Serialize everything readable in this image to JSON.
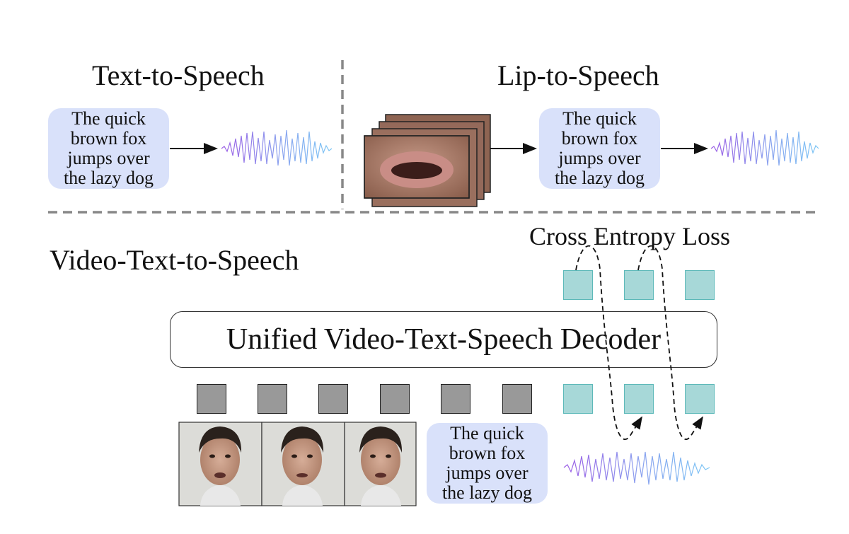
{
  "top_left": {
    "title": "Text-to-Speech",
    "input_text": "The quick\nbrown fox\njumps over\nthe lazy dog"
  },
  "top_right": {
    "title": "Lip-to-Speech",
    "output_text": "The quick\nbrown fox\njumps over\nthe lazy dog"
  },
  "bottom": {
    "title": "Video-Text-to-Speech",
    "decoder_label": "Unified Video-Text-Speech Decoder",
    "loss_label": "Cross Entropy Loss",
    "input_text": "The quick\nbrown fox\njumps over\nthe lazy dog",
    "gray_token_count": 6,
    "teal_input_token_count": 3,
    "teal_output_token_count": 3
  },
  "colors": {
    "text_box_fill": "#d9e1fa",
    "teal_token_fill": "#a7d8d8",
    "teal_token_border": "#5db9b9",
    "gray_token_fill": "#999999",
    "waveform_start": "#9b5de5",
    "waveform_end": "#7cc6f5",
    "divider": "#888888"
  }
}
